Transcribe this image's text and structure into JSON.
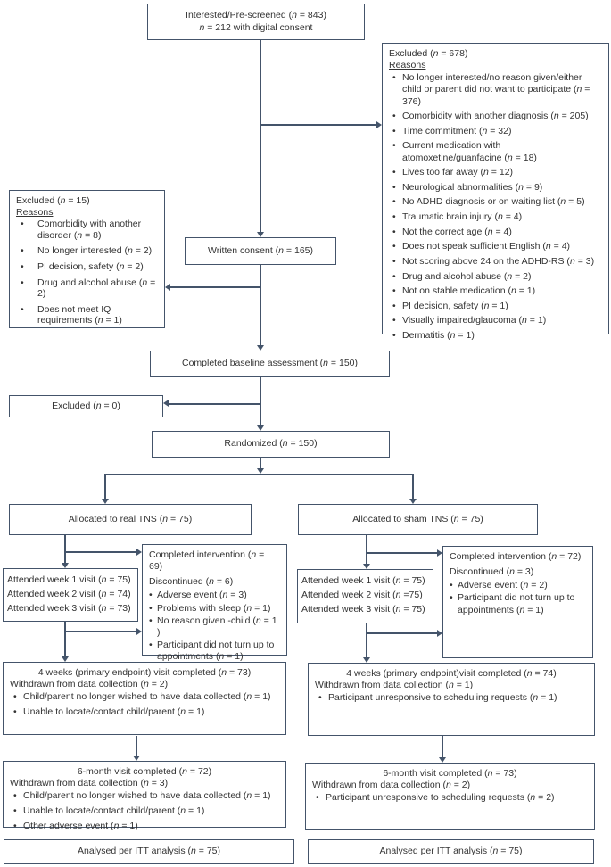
{
  "colors": {
    "border": "#44546a",
    "arrow": "#44546a",
    "text": "#333333",
    "background": "#ffffff"
  },
  "boxes": {
    "prescreened": {
      "line1": "Interested/Pre-screened (n = 843)",
      "line2": "n = 212 with digital consent"
    },
    "excluded_right": {
      "title": "Excluded (n = 678)",
      "reasons_label": "Reasons",
      "items": [
        "No longer interested/no reason given/either child or parent did not want to participate (n = 376)",
        "Comorbidity with another diagnosis (n = 205)",
        "Time commitment (n = 32)",
        "Current medication with atomoxetine/guanfacine (n = 18)",
        "Lives too far away (n = 12)",
        "Neurological abnormalities (n = 9)",
        "No ADHD diagnosis or on waiting list (n = 5)",
        "Traumatic brain injury (n = 4)",
        "Not the correct age (n = 4)",
        "Does not speak sufficient English (n = 4)",
        "Not scoring above 24 on the ADHD-RS (n = 3)",
        "Drug and alcohol abuse (n = 2)",
        "Not on stable medication (n = 1)",
        "PI decision, safety (n = 1)",
        "Visually impaired/glaucoma (n = 1)",
        "Dermatitis (n = 1)"
      ]
    },
    "excluded_left": {
      "title": "Excluded (n = 15)",
      "reasons_label": "Reasons",
      "items": [
        "Comorbidity with another disorder (n = 8)",
        "No longer interested (n = 2)",
        "PI decision, safety (n = 2)",
        "Drug and alcohol abuse (n = 2)",
        "Does not meet IQ requirements (n = 1)"
      ]
    },
    "written_consent": {
      "label": "Written consent (n = 165)"
    },
    "baseline": {
      "label": "Completed baseline assessment (n = 150)"
    },
    "excluded_zero": {
      "label": "Excluded (n = 0)"
    },
    "randomized": {
      "label": "Randomized (n = 150)"
    },
    "alloc_real": {
      "label": "Allocated to real TNS (n = 75)"
    },
    "alloc_sham": {
      "label": "Allocated to sham TNS (n = 75)"
    },
    "attended_real": {
      "lines": [
        "Attended week 1 visit (n = 75)",
        "Attended week 2 visit (n = 74)",
        "Attended week 3 visit (n = 73)"
      ]
    },
    "completed_real": {
      "title": "Completed intervention (n = 69)",
      "subtitle": "Discontinued (n = 6)",
      "items": [
        "Adverse event (n = 3)",
        "Problems with sleep (n = 1)",
        "No reason given -child (n = 1 )",
        "Participant did not turn up to appointments (n = 1)"
      ]
    },
    "attended_sham": {
      "lines": [
        "Attended week 1 visit (n = 75)",
        "Attended week 2 visit (n =75)",
        "Attended week 3 visit (n = 75)"
      ]
    },
    "completed_sham": {
      "title": "Completed intervention (n = 72)",
      "subtitle": "Discontinued (n = 3)",
      "items": [
        "Adverse event (n = 2)",
        "Participant did not turn up to appointments (n = 1)"
      ]
    },
    "fourweek_real": {
      "title": "4 weeks (primary endpoint) visit completed (n = 73)",
      "subtitle": "Withdrawn from data collection (n = 2)",
      "items": [
        "Child/parent no longer wished to have data collected (n = 1)",
        "Unable to locate/contact child/parent (n = 1)"
      ]
    },
    "fourweek_sham": {
      "title": "4 weeks (primary endpoint)visit completed (n = 74)",
      "subtitle": "Withdrawn from data collection (n = 1)",
      "items": [
        "Participant unresponsive to scheduling requests (n = 1)"
      ]
    },
    "sixmonth_real": {
      "title": "6-month visit completed (n = 72)",
      "subtitle": "Withdrawn from data collection (n = 3)",
      "items": [
        "Child/parent no longer wished to have data collected (n = 1)",
        "Unable to locate/contact child/parent (n = 1)",
        "Other adverse event (n = 1)"
      ]
    },
    "sixmonth_sham": {
      "title": "6-month visit completed (n = 73)",
      "subtitle": "Withdrawn from data collection (n = 2)",
      "items": [
        "Participant unresponsive to scheduling requests (n = 2)"
      ]
    },
    "analysed_real": {
      "label": "Analysed per ITT analysis (n = 75)"
    },
    "analysed_sham": {
      "label": "Analysed per ITT analysis (n = 75)"
    }
  }
}
